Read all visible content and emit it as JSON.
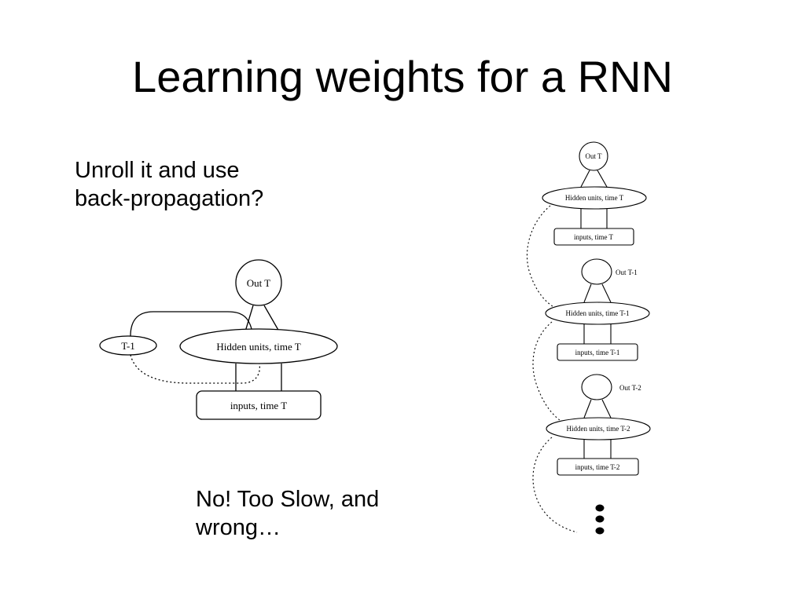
{
  "slide": {
    "title": "Learning weights for a RNN",
    "question_line1": "Unroll it and use",
    "question_line2": "back-propagation?",
    "answer_line1": "No!  Too Slow, and",
    "answer_line2": "wrong…"
  },
  "left_diagram": {
    "out": "Out T",
    "delay": "T-1",
    "hidden": "Hidden units, time T",
    "inputs": "inputs, time T"
  },
  "right_diagram": {
    "out_0": "Out T",
    "hidden_0": "Hidden units, time T",
    "inputs_0": "inputs, time T",
    "out_1": "Out T-1",
    "hidden_1": "Hidden units, time T-1",
    "inputs_1": "inputs, time T-1",
    "out_2": "Out T-2",
    "hidden_2": "Hidden units, time T-2",
    "inputs_2": "inputs, time T-2",
    "continuation": "ellipsis-dots"
  }
}
